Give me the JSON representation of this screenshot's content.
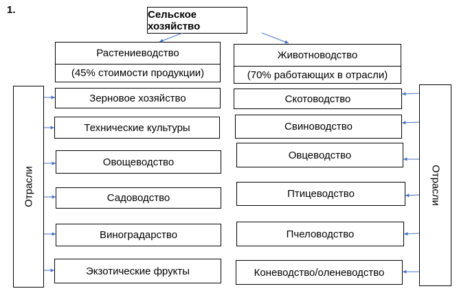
{
  "number": "1.",
  "title": "Сельское хозяйство",
  "plant": {
    "label": "Растениеводство",
    "note": "(45% стоимости продукции)"
  },
  "animal": {
    "label": "Животноводство",
    "note": "(70% работающих в отрасли)"
  },
  "left_side_label": "Отрасли",
  "right_side_label": "Отрасли",
  "plant_branches": [
    "Зерновое хозяйство",
    "Технические культуры",
    "Овощеводство",
    "Садоводство",
    "Виноградарство",
    "Экзотические фрукты"
  ],
  "animal_branches": [
    "Скотоводство",
    "Свиноводство",
    "Овцеводство",
    "Птицеводство",
    "Пчеловодство",
    "Коневодство/оленеводство"
  ],
  "arrow_color": "#4472c4"
}
